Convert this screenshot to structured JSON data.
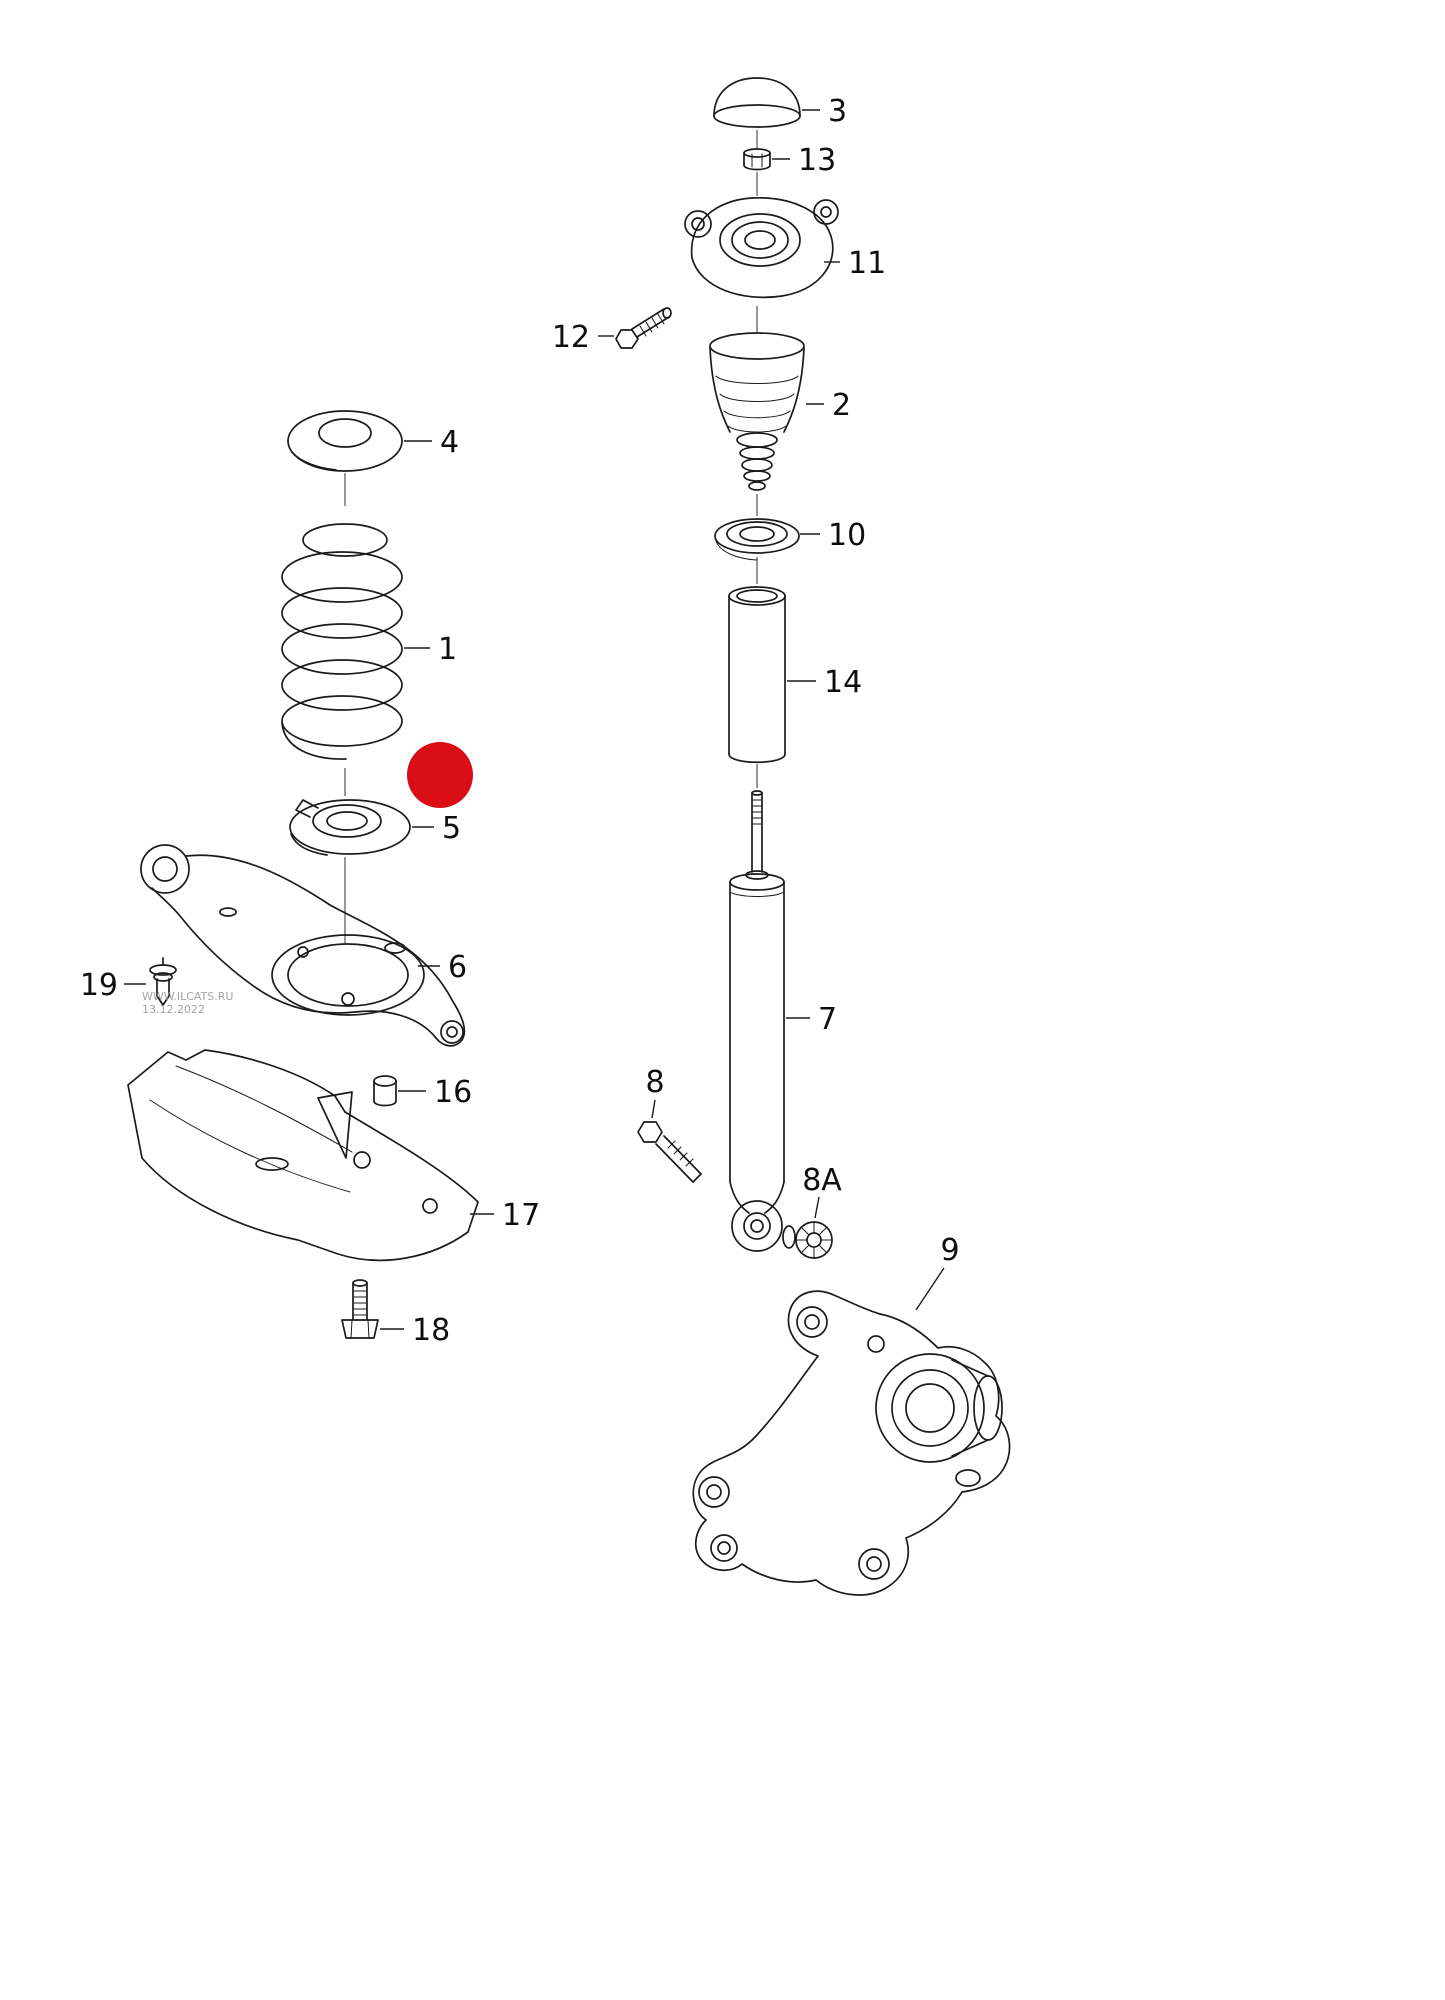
{
  "diagram": {
    "watermark_line1": "WWW.ILCATS.RU",
    "watermark_line2": "13.12.2022"
  },
  "colors": {
    "line": "#1b1b1b",
    "highlight": "#da0e15",
    "background": "#ffffff"
  },
  "labels": {
    "p1": "1",
    "p2": "2",
    "p3": "3",
    "p4": "4",
    "p5": "5",
    "p6": "6",
    "p7": "7",
    "p8": "8",
    "p8a": "8A",
    "p9": "9",
    "p10": "10",
    "p11": "11",
    "p12": "12",
    "p13": "13",
    "p14": "14",
    "p16": "16",
    "p17": "17",
    "p18": "18",
    "p19": "19"
  }
}
